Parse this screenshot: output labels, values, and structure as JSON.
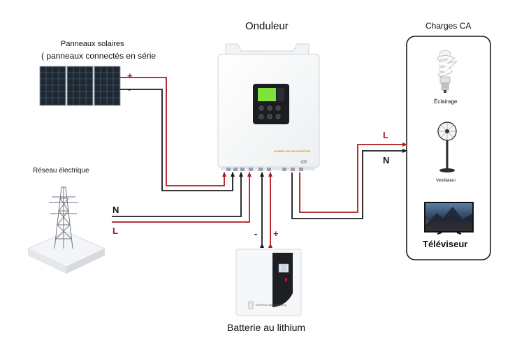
{
  "inverter": {
    "title": "Onduleur",
    "brand_text": "HYBRID SOLAR INVERTER",
    "cert_mark": "CE"
  },
  "solar": {
    "title": "Panneaux solaires",
    "subtitle": "( panneaux connectés en série",
    "plus": "+",
    "minus": "-"
  },
  "grid": {
    "title": "Réseau électrique",
    "neutral": "N",
    "line": "L"
  },
  "loads": {
    "title": "Charges CA",
    "line": "L",
    "neutral": "N",
    "items": [
      {
        "label": "Éclairage",
        "icon": "light-bulb-icon"
      },
      {
        "label": "Ventilateur",
        "icon": "fan-icon"
      },
      {
        "label": "Téléviseur",
        "icon": "tv-icon"
      }
    ]
  },
  "battery": {
    "title": "Batterie au lithium",
    "minus": "-",
    "plus": "+",
    "device_label": "LiFePO4 Lithium Battery"
  },
  "colors": {
    "positive_wire": "#b0191e",
    "negative_wire": "#1a1a1a",
    "screen": "#7fe23a",
    "accent": "#c8102e"
  }
}
